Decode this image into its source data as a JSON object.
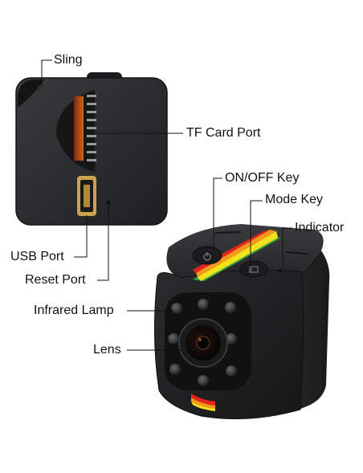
{
  "labels": {
    "sling": "Sling",
    "tf_card_port": "TF Card Port",
    "on_off_key": "ON/OFF Key",
    "mode_key": "Mode Key",
    "indicator": "Indicator",
    "usb_port": "USB Port",
    "reset_port": "Reset Port",
    "infrared_lamp": "Infrared Lamp",
    "lens": "Lens"
  },
  "colors": {
    "body": "#2a2a2c",
    "body_edge": "#151516",
    "rainbow": [
      "#e8231f",
      "#f39a1c",
      "#f6e21b",
      "#36a845"
    ],
    "usb_port": "#c9a24a",
    "label_text": "#111111"
  },
  "icons": {
    "power_button": "power-icon",
    "mode_button": "mode-icon"
  }
}
